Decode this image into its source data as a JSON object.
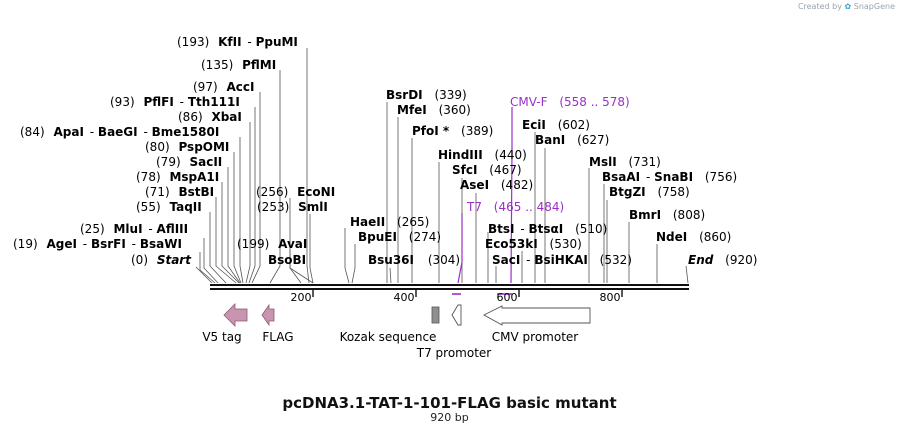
{
  "credit": {
    "text": "Created by",
    "brand": "SnapGene",
    "icon": "snapgene-logo-icon"
  },
  "plasmid": {
    "name": "pcDNA3.1-TAT-1-101-FLAG basic mutant",
    "length": "920 bp"
  },
  "map": {
    "bp_start": 0,
    "bp_end": 920
  },
  "ticks": [
    "200",
    "400",
    "600",
    "800"
  ],
  "sites": [
    {
      "pos": "(193)",
      "name": "KfII",
      "name2": "PpuMI"
    },
    {
      "pos": "(135)",
      "name": "PflMI"
    },
    {
      "pos": "(97)",
      "name": "AccI"
    },
    {
      "pos": "(93)",
      "name": "PflFI",
      "name2": "Tth111I"
    },
    {
      "pos": "(86)",
      "name": "XbaI"
    },
    {
      "pos": "(84)",
      "name": "ApaI",
      "name2": "BaeGI",
      "name3": "Bme1580I"
    },
    {
      "pos": "(80)",
      "name": "PspOMI"
    },
    {
      "pos": "(79)",
      "name": "SacII"
    },
    {
      "pos": "(78)",
      "name": "MspA1I"
    },
    {
      "pos": "(71)",
      "name": "BstBI"
    },
    {
      "pos": "(55)",
      "name": "TaqII"
    },
    {
      "pos": "(25)",
      "name": "MluI",
      "name2": "AflIII"
    },
    {
      "pos": "(19)",
      "name": "AgeI",
      "name2": "BsrFI",
      "name3": "BsaWI"
    },
    {
      "pos": "(0)",
      "name": "Start"
    },
    {
      "pos": "(256)",
      "name": "EcoNI"
    },
    {
      "pos": "(253)",
      "name": "SmlI"
    },
    {
      "pos": "(199)",
      "name": "AvaI"
    },
    {
      "name": "BsoBI"
    },
    {
      "pos": "(339)",
      "name": "BsrDI"
    },
    {
      "pos": "(360)",
      "name": "MfeI"
    },
    {
      "pos": "(389)",
      "name": "PfoI *"
    },
    {
      "pos": "(265)",
      "name": "HaeII"
    },
    {
      "pos": "(274)",
      "name": "BpuEI"
    },
    {
      "pos": "(304)",
      "name": "Bsu36I"
    },
    {
      "pos": "(440)",
      "name": "HindIII"
    },
    {
      "pos": "(467)",
      "name": "SfcI"
    },
    {
      "pos": "(482)",
      "name": "AseI"
    },
    {
      "pos": "(602)",
      "name": "EciI"
    },
    {
      "pos": "(627)",
      "name": "BanI"
    },
    {
      "pos": "(510)",
      "name": "BtsI",
      "name2": "BtsαI"
    },
    {
      "pos": "(530)",
      "name": "Eco53kI"
    },
    {
      "pos": "(532)",
      "name": "SacI",
      "name2": "BsiHKAI"
    },
    {
      "pos": "(731)",
      "name": "MslI"
    },
    {
      "pos": "(756)",
      "name": "BsaAI",
      "name2": "SnaBI"
    },
    {
      "pos": "(758)",
      "name": "BtgZI"
    },
    {
      "pos": "(808)",
      "name": "BmrI"
    },
    {
      "pos": "(860)",
      "name": "NdeI"
    },
    {
      "pos": "(920)",
      "name": "End"
    }
  ],
  "primers": [
    {
      "name": "CMV-F",
      "range": "(558 .. 578)",
      "color": "#9b30c8"
    },
    {
      "name": "T7",
      "range": "(465 .. 484)",
      "color": "#9b30c8"
    }
  ],
  "features": [
    {
      "label": "V5 tag",
      "color": "#c994b0"
    },
    {
      "label": "FLAG",
      "color": "#c994b0"
    },
    {
      "label": "Kozak sequence",
      "color": "#8f8f8f"
    },
    {
      "label": "T7 promoter",
      "color": "#ffffff"
    },
    {
      "label": "CMV promoter",
      "color": "#ffffff"
    }
  ]
}
